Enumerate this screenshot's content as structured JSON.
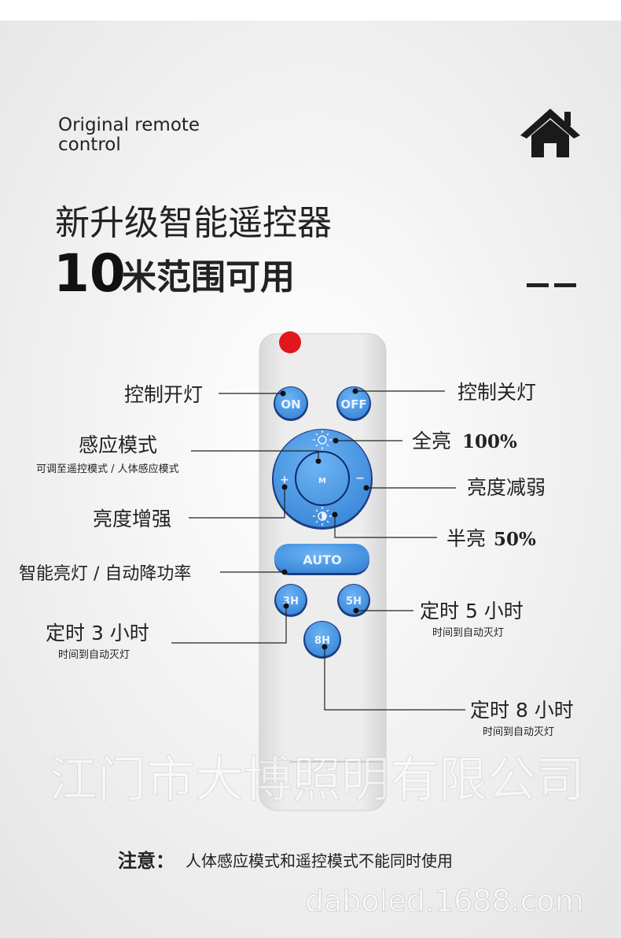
{
  "header": {
    "subtitle_line1": "Original remote",
    "subtitle_line2": "control",
    "title_line1": "新升级智能遥控器",
    "title_line2_number": "10",
    "title_line2_rest": "米范围可用",
    "home_icon": "home-icon"
  },
  "remote": {
    "on_label": "ON",
    "off_label": "OFF",
    "mode_label": "M",
    "plus_label": "+",
    "minus_label": "−",
    "auto_label": "AUTO",
    "timer_3h": "3H",
    "timer_5h": "5H",
    "timer_8h": "8H",
    "colors": {
      "body": "#e9e9ea",
      "button": "#4a9ae8",
      "power": "#e3161e"
    }
  },
  "callouts": {
    "on": "控制开灯",
    "off": "控制关灯",
    "sensor": "感应模式",
    "sensor_sub": "可调至遥控模式 / 人体感应模式",
    "full": "全亮",
    "full_value": "100%",
    "dim": "亮度减弱",
    "brighten": "亮度增强",
    "half": "半亮",
    "half_value": "50%",
    "auto": "智能亮灯 / 自动降功率",
    "t5": "定时 5 小时",
    "t5_sub": "时间到自动灭灯",
    "t3": "定时 3 小时",
    "t3_sub": "时间到自动灭灯",
    "t8": "定时 8 小时",
    "t8_sub": "时间到自动灭灯"
  },
  "note": {
    "label": "注意：",
    "text": "人体感应模式和遥控模式不能同时使用"
  },
  "watermark": {
    "company": "江门市大博照明有限公司",
    "site": "daboled.1688.com"
  }
}
